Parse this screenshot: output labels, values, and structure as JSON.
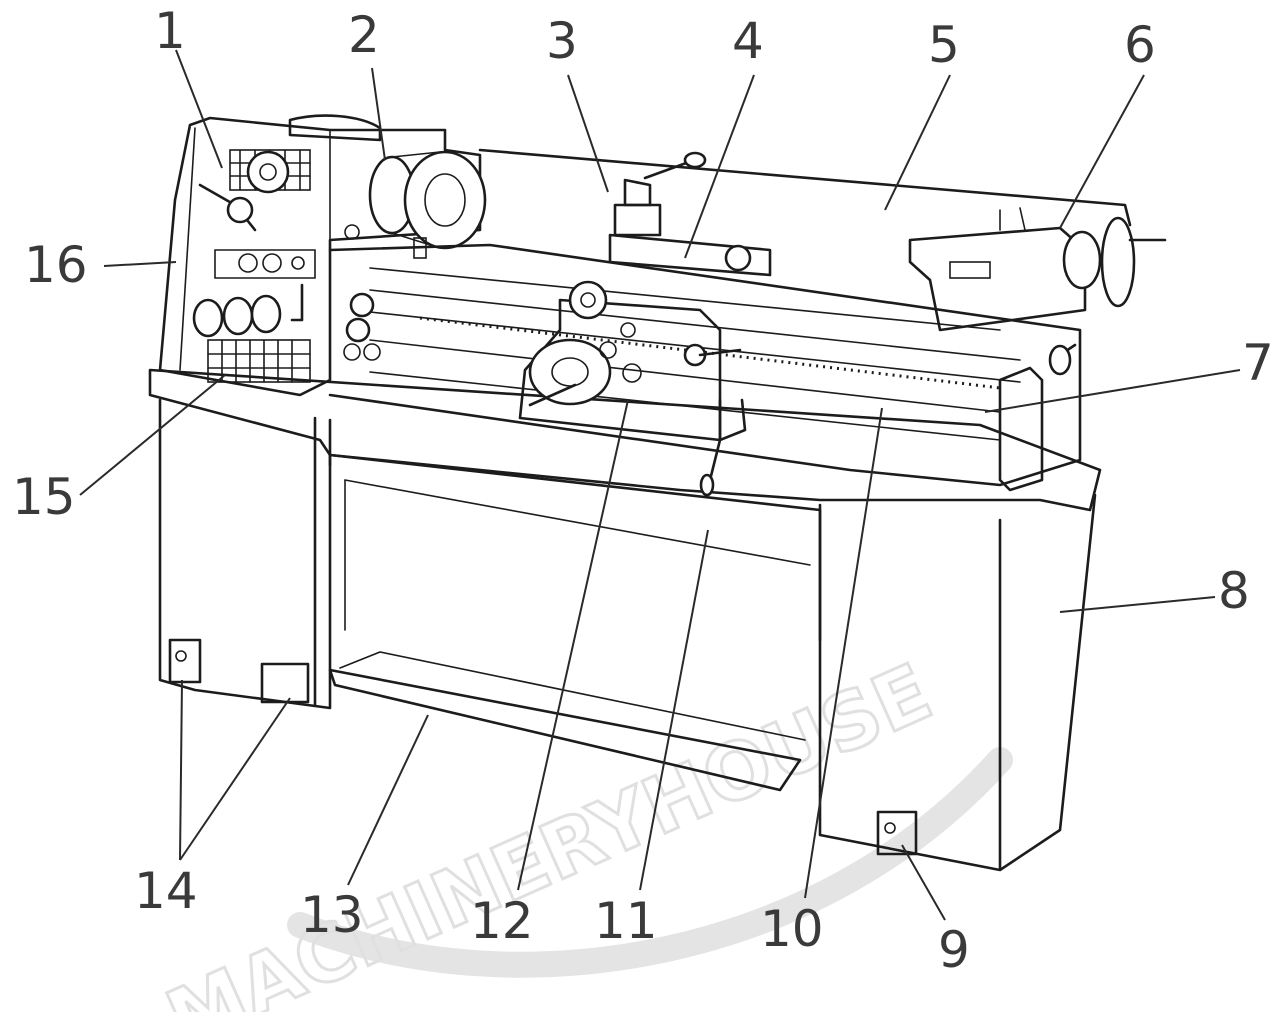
{
  "diagram": {
    "subject": "lathe",
    "callouts": [
      {
        "id": "1",
        "label": "1"
      },
      {
        "id": "2",
        "label": "2"
      },
      {
        "id": "3",
        "label": "3"
      },
      {
        "id": "4",
        "label": "4"
      },
      {
        "id": "5",
        "label": "5"
      },
      {
        "id": "6",
        "label": "6"
      },
      {
        "id": "7",
        "label": "7"
      },
      {
        "id": "8",
        "label": "8"
      },
      {
        "id": "9",
        "label": "9"
      },
      {
        "id": "10",
        "label": "10"
      },
      {
        "id": "11",
        "label": "11"
      },
      {
        "id": "12",
        "label": "12"
      },
      {
        "id": "13",
        "label": "13"
      },
      {
        "id": "14",
        "label": "14"
      },
      {
        "id": "15",
        "label": "15"
      },
      {
        "id": "16",
        "label": "16"
      }
    ],
    "watermark": {
      "text": "MACHINERYHOUSE",
      "color": "#d0d0d0"
    },
    "colors": {
      "ink": "#1c1c1c",
      "label": "#3a3a3a",
      "background": "#ffffff"
    }
  }
}
